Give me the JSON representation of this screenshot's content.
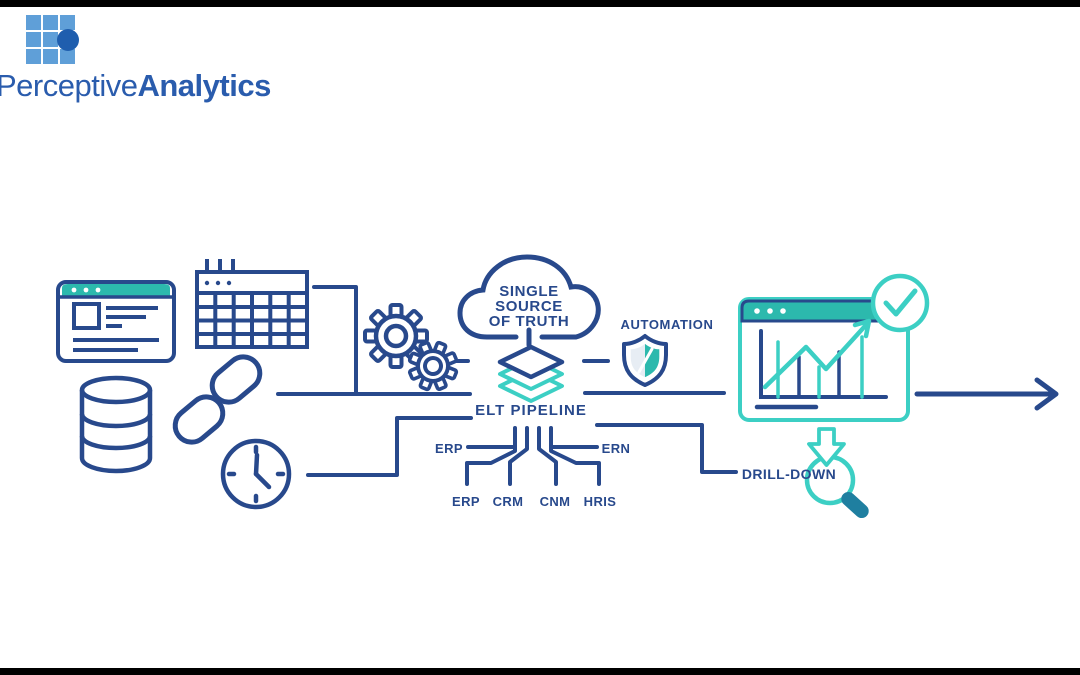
{
  "brand": {
    "name_regular": "Perceptive",
    "name_bold": "Analytics"
  },
  "labels": {
    "cloud": [
      "SINGLE",
      "SOURCE",
      "OF TRUTH"
    ],
    "pipeline": "ELT PIPELINE",
    "automation": "AUTOMATION",
    "drilldown": "DRILL-DOWN",
    "source_mid_left": "ERP",
    "source_mid_right": "ERN",
    "sources_bottom": [
      "ERP",
      "CRM",
      "CNM",
      "HRIS"
    ]
  },
  "colors": {
    "navy": "#28498c",
    "teal": "#2cb9ad",
    "teal_light": "#3ccfc4",
    "logo_square_blue": "#5f9fd8",
    "logo_dot_blue": "#1f5eae",
    "logo_text_blue": "#2a5cad",
    "letterbox_black": "#000000",
    "background": "#ffffff"
  },
  "icons": [
    "browser-window-icon",
    "calendar-icon",
    "database-icon",
    "chain-link-icon",
    "clock-icon",
    "gears-icon",
    "cloud-icon",
    "data-layers-icon",
    "shield-icon",
    "analytics-dashboard-icon",
    "check-circle-icon",
    "drilldown-arrow-icon",
    "magnifier-icon",
    "flow-arrow-icon",
    "logo-grid-icon"
  ]
}
